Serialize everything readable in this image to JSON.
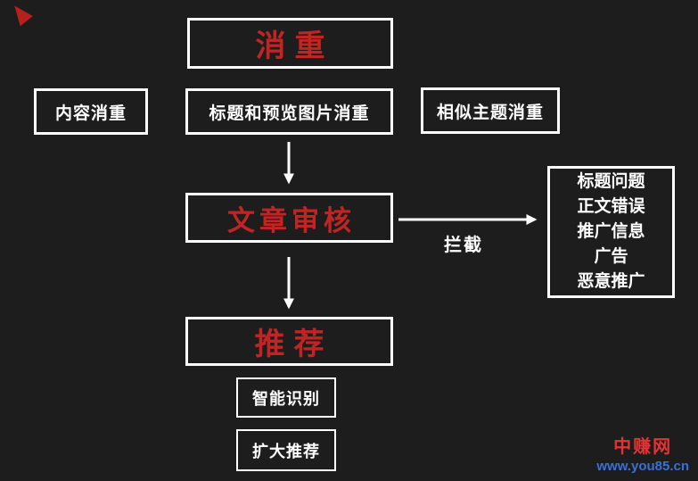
{
  "colors": {
    "background": "#1d1d1d",
    "box_border": "#ffffff",
    "heading_red": "#c22424",
    "watermark_red": "#e23434",
    "watermark_blue": "#3b6fd4"
  },
  "nodes": {
    "dedup_title": "消重",
    "content_dedup": "内容消重",
    "title_preview_dedup": "标题和预览图片消重",
    "similar_topic_dedup": "相似主题消重",
    "article_review": "文章审核",
    "intercept_label": "拦截",
    "intercept_list": [
      "标题问题",
      "正文错误",
      "推广信息",
      "广告",
      "恶意推广"
    ],
    "recommend": "推荐",
    "smart_recognition": "智能识别",
    "expand_recommend": "扩大推荐"
  },
  "watermark": {
    "site_name": "中赚网",
    "site_url": "www.you85.cn"
  }
}
